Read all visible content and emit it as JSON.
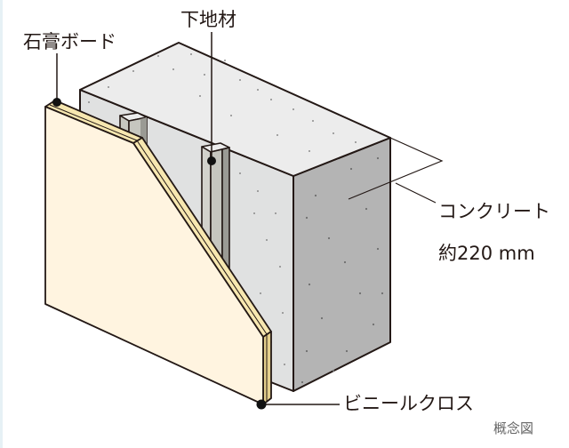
{
  "diagram": {
    "title": "Wall structure concept diagram",
    "labels": {
      "gypsum_board": "石膏ボード",
      "furring": "下地材",
      "concrete": "コンクリート",
      "thickness": "約220 mm",
      "vinyl_cloth": "ビニールクロス",
      "note": "概念図"
    },
    "colors": {
      "concrete_top": "#ececec",
      "concrete_inner": "#e0e1e1",
      "concrete_side": "#b4b4b4",
      "furring_front": "#c6c6bf",
      "furring_side": "#9a9a94",
      "gypsum_face": "#fff4e0",
      "gypsum_edge": "#f7e7b0",
      "gypsum_edge_dark": "#e4cf8c",
      "outline": "#231815",
      "background_strip": "#e6f1f5"
    },
    "components": [
      {
        "name": "gypsum-board",
        "label_key": "gypsum_board"
      },
      {
        "name": "furring-strip",
        "label_key": "furring"
      },
      {
        "name": "concrete-wall",
        "label_key": "concrete",
        "thickness": "約220 mm"
      },
      {
        "name": "vinyl-cloth",
        "label_key": "vinyl_cloth"
      }
    ]
  }
}
